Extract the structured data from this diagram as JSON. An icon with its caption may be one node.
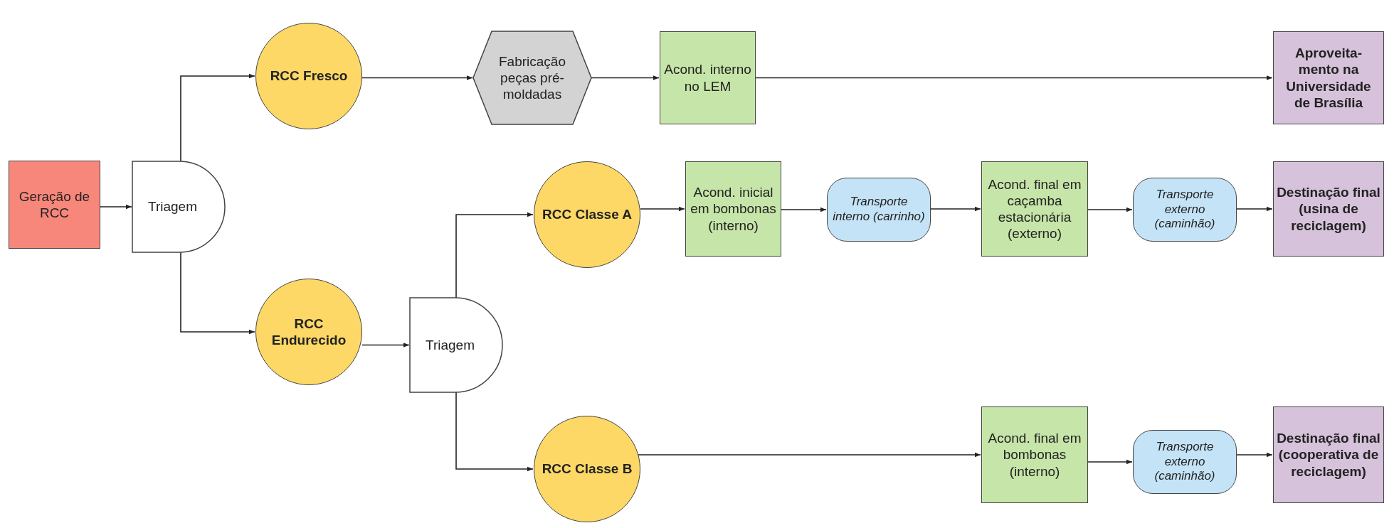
{
  "diagram": {
    "nodes": [
      {
        "text": [
          "Geração de RCC"
        ]
      },
      {
        "text": [
          "Triagem"
        ]
      },
      {
        "text": [
          "RCC Fresco"
        ]
      },
      {
        "text": [
          "Fabricação peças pré-moldadas"
        ]
      },
      {
        "text": [
          "Acond. interno no LEM"
        ]
      },
      {
        "text": [
          "Aproveita-mento na Universidade de Brasília"
        ]
      },
      {
        "text": [
          "RCC Endurecido"
        ]
      },
      {
        "text": [
          "Triagem"
        ]
      },
      {
        "text": [
          "RCC Classe A"
        ]
      },
      {
        "text": [
          "Acond. inicial em bombonas (interno)"
        ]
      },
      {
        "text": [
          "Transporte interno (carrinho)"
        ]
      },
      {
        "text": [
          "Acond. final em caçamba estacionária (externo)"
        ]
      },
      {
        "text": [
          "Transporte externo (caminhão)"
        ]
      },
      {
        "text": [
          "Destinação final (usina de reciclagem)"
        ]
      },
      {
        "text": [
          "RCC Classe B"
        ]
      },
      {
        "text": [
          "Acond. final em bombonas (interno)"
        ]
      },
      {
        "text": [
          "Transporte externo (caminhão)"
        ]
      },
      {
        "text": [
          "Destinação final (cooperativa de reciclagem)"
        ]
      }
    ],
    "edges": [
      {
        "from": 0,
        "to": 1,
        "arrow": "to"
      },
      {
        "from": 1,
        "to": 2,
        "arrow": "to"
      },
      {
        "from": 1,
        "to": 6,
        "arrow": "to"
      },
      {
        "from": 2,
        "to": 3,
        "arrow": "to"
      },
      {
        "from": 3,
        "to": 4,
        "arrow": "to"
      },
      {
        "from": 4,
        "to": 5,
        "arrow": "to"
      },
      {
        "from": 6,
        "to": 7,
        "arrow": "to"
      },
      {
        "from": 7,
        "to": 8,
        "arrow": "to"
      },
      {
        "from": 7,
        "to": 14,
        "arrow": "to"
      },
      {
        "from": 8,
        "to": 9,
        "arrow": "to"
      },
      {
        "from": 9,
        "to": 10,
        "arrow": "to"
      },
      {
        "from": 10,
        "to": 11,
        "arrow": "to"
      },
      {
        "from": 11,
        "to": 12,
        "arrow": "to"
      },
      {
        "from": 12,
        "to": 13,
        "arrow": "to"
      },
      {
        "from": 14,
        "to": 15,
        "arrow": "to"
      },
      {
        "from": 15,
        "to": 16,
        "arrow": "to"
      },
      {
        "from": 16,
        "to": 17,
        "arrow": "to"
      }
    ]
  }
}
